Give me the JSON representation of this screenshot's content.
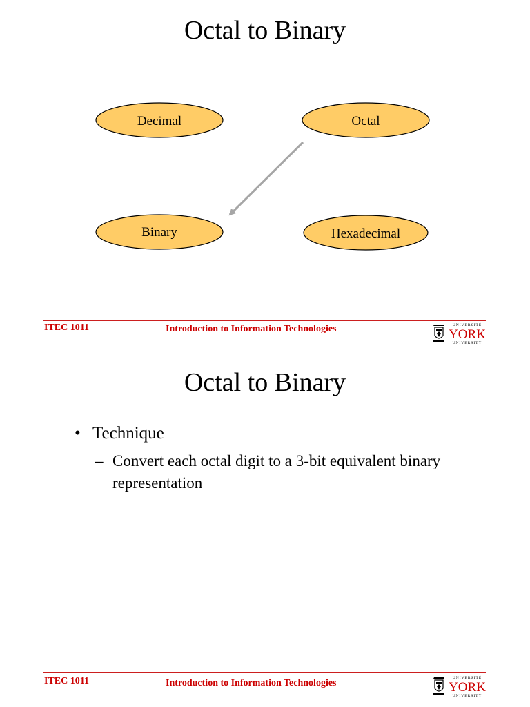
{
  "slides": [
    {
      "title": "Octal to Binary",
      "diagram": {
        "nodes": [
          {
            "id": "decimal",
            "label": "Decimal"
          },
          {
            "id": "octal",
            "label": "Octal"
          },
          {
            "id": "binary",
            "label": "Binary"
          },
          {
            "id": "hexadecimal",
            "label": "Hexadecimal"
          }
        ],
        "edges": [
          {
            "from": "octal",
            "to": "binary"
          }
        ],
        "colors": {
          "node_fill": "#FFCC66",
          "node_stroke": "#000000",
          "arrow": "#A6A6A6"
        }
      },
      "footer": {
        "course": "ITEC 1011",
        "title": "Introduction to Information Technologies",
        "logo": {
          "top_text": "UNIVERSITÉ",
          "main_text": "YORK",
          "bottom_text": "UNIVERSITY"
        }
      }
    },
    {
      "title": "Octal to Binary",
      "bullets": [
        {
          "text": "Technique",
          "sub": [
            "Convert each octal digit to a 3-bit equivalent binary representation"
          ]
        }
      ],
      "footer": {
        "course": "ITEC 1011",
        "title": "Introduction to Information Technologies",
        "logo": {
          "top_text": "UNIVERSITÉ",
          "main_text": "YORK",
          "bottom_text": "UNIVERSITY"
        }
      }
    }
  ],
  "colors": {
    "footer_text": "#CC0000",
    "footer_rule": "#CC1F1F"
  }
}
